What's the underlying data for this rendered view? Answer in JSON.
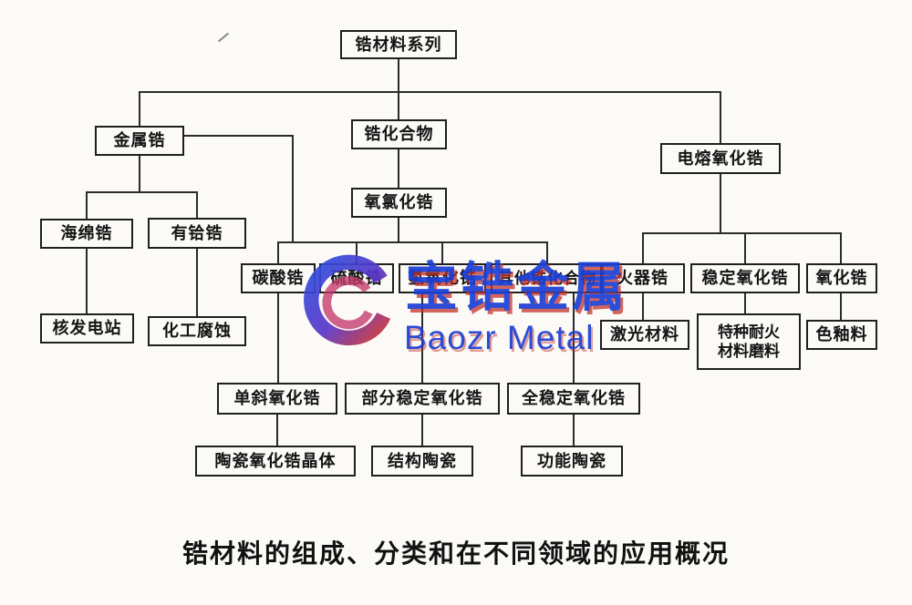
{
  "caption": "锆材料的组成、分类和在不同领域的应用概况",
  "watermark": {
    "brand_cn": "宝锆金属",
    "brand_en": "Baozr Metal",
    "logo": "baozr-g-logo",
    "blue": "#1b3fd6",
    "red": "#c22f26"
  },
  "nodes": {
    "root": "锆材料系列",
    "metal_zr": "金属锆",
    "zr_compound": "锆化合物",
    "fused_zirconia": "电熔氧化锆",
    "sponge_zr": "海绵锆",
    "hafnium_zr": "有铪锆",
    "nuclear_power": "核发电站",
    "chem_corrosion": "化工腐蚀",
    "zr_oxychloride": "氧氯化锆",
    "zr_carbonate": "碳酸锆",
    "zr_sulfate": "硫酸锆",
    "zr_hydroxide": "氢氧化锆",
    "other_zr_compounds": "其他锆化合物",
    "monoclinic": "单斜氧化锆",
    "partial_stab": "部分稳定氧化锆",
    "full_stab": "全稳定氧化锆",
    "ceramic_crystal": "陶瓷氧化锆晶体",
    "structural_ceramic": "结构陶瓷",
    "functional_ceramic": "功能陶瓷",
    "igniter_zr": "火器锆",
    "stabilized_zirconia": "稳定氧化锆",
    "zirconia": "氧化锆",
    "laser_material": "激光材料",
    "refractory_abrasive": "特种耐火\n材料磨料",
    "color_glaze": "色釉料"
  },
  "edges": [
    {
      "from": "root",
      "to": "metal_zr"
    },
    {
      "from": "root",
      "to": "zr_compound"
    },
    {
      "from": "root",
      "to": "fused_zirconia"
    },
    {
      "from": "metal_zr",
      "to": "sponge_zr"
    },
    {
      "from": "metal_zr",
      "to": "hafnium_zr"
    },
    {
      "from": "sponge_zr",
      "to": "nuclear_power"
    },
    {
      "from": "hafnium_zr",
      "to": "chem_corrosion"
    },
    {
      "from": "zr_compound",
      "to": "zr_oxychloride"
    },
    {
      "from": "zr_oxychloride",
      "to": "zr_carbonate"
    },
    {
      "from": "zr_oxychloride",
      "to": "zr_sulfate"
    },
    {
      "from": "zr_oxychloride",
      "to": "zr_hydroxide"
    },
    {
      "from": "zr_oxychloride",
      "to": "other_zr_compounds"
    },
    {
      "from": "zr_carbonate",
      "to": "monoclinic"
    },
    {
      "from": "zr_hydroxide",
      "to": "partial_stab"
    },
    {
      "from": "other_zr_compounds",
      "to": "full_stab"
    },
    {
      "from": "monoclinic",
      "to": "ceramic_crystal"
    },
    {
      "from": "partial_stab",
      "to": "structural_ceramic"
    },
    {
      "from": "full_stab",
      "to": "functional_ceramic"
    },
    {
      "from": "fused_zirconia",
      "to": "igniter_zr"
    },
    {
      "from": "fused_zirconia",
      "to": "stabilized_zirconia"
    },
    {
      "from": "fused_zirconia",
      "to": "zirconia"
    },
    {
      "from": "igniter_zr",
      "to": "laser_material"
    },
    {
      "from": "stabilized_zirconia",
      "to": "refractory_abrasive"
    },
    {
      "from": "zirconia",
      "to": "color_glaze"
    }
  ]
}
